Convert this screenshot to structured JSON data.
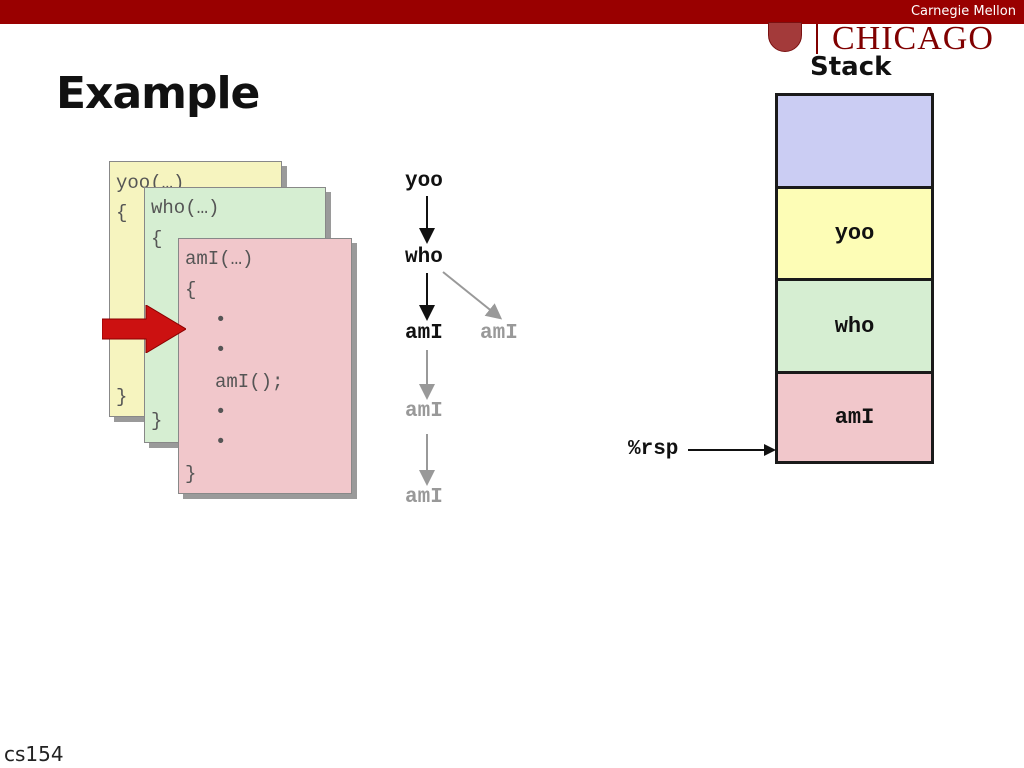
{
  "header": {
    "institution_text": "Carnegie Mellon",
    "logo_text": "CHICAGO"
  },
  "slide": {
    "title": "Example",
    "footer": "cs154"
  },
  "code_cards": {
    "yoo": {
      "header": "yoo(…)",
      "open_brace": "{",
      "close_brace": "}"
    },
    "who": {
      "header": "who(…)",
      "open_brace": "{",
      "close_brace": "}"
    },
    "ami": {
      "header": "amI(…)",
      "open_brace": "{",
      "bullet": "•",
      "call": "amI();",
      "close_brace": "}"
    }
  },
  "call_tree": {
    "yoo": "yoo",
    "who": "who",
    "ami_active": "amI",
    "ami_sibling": "amI",
    "ami_depth3": "amI",
    "ami_depth4": "amI"
  },
  "stack": {
    "title": "Stack",
    "frames": [
      "",
      "yoo",
      "who",
      "amI"
    ],
    "pointer_label": "%rsp"
  },
  "colors": {
    "brand_red": "#990000",
    "yoo_frame": "#f6f4bf",
    "who_frame": "#d6eed2",
    "ami_frame": "#f1c7cb",
    "top_frame": "#cbcdf3"
  }
}
